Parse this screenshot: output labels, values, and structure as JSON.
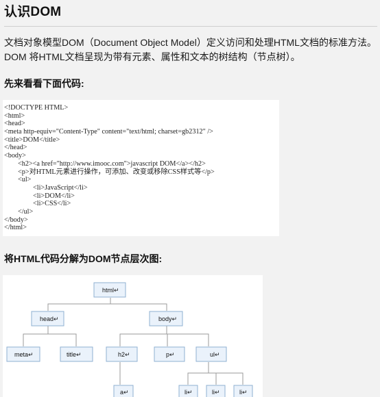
{
  "page": {
    "title": "认识DOM",
    "intro_line1": "文档对象模型DOM（Document Object Model）定义访问和处理HTML文档的标准方法。",
    "intro_line2": "DOM 将HTML文档呈现为带有元素、属性和文本的树结构（节点树）。",
    "heading_code": "先来看看下面代码:",
    "heading_tree": "将HTML代码分解为DOM节点层次图:"
  },
  "code_lines": [
    {
      "indent": 0,
      "text": "<!DOCTYPE HTML>"
    },
    {
      "indent": 0,
      "text": "<html>"
    },
    {
      "indent": 0,
      "text": "<head>"
    },
    {
      "indent": 0,
      "text": "<meta http-equiv=\"Content-Type\" content=\"text/html; charset=gb2312\" />"
    },
    {
      "indent": 0,
      "text": "<title>DOM</title>"
    },
    {
      "indent": 0,
      "text": "</head>"
    },
    {
      "indent": 0,
      "text": "<body>"
    },
    {
      "indent": 1,
      "text": "<h2><a href=\"http://www.imooc.com\">javascript DOM</a></h2>"
    },
    {
      "indent": 1,
      "text": "<p>对HTML元素进行操作，可添加、改变或移除CSS样式等</p>"
    },
    {
      "indent": 1,
      "text": "<ul>"
    },
    {
      "indent": 2,
      "text": "<li>JavaScript</li>"
    },
    {
      "indent": 2,
      "text": "<li>DOM</li>"
    },
    {
      "indent": 2,
      "text": "<li>CSS</li>"
    },
    {
      "indent": 1,
      "text": "</ul>"
    },
    {
      "indent": 0,
      "text": "</body>"
    },
    {
      "indent": 0,
      "text": "</html>"
    }
  ],
  "dom_tree": {
    "html": "html↵",
    "head": "head↵",
    "body": "body↵",
    "meta": "meta↵",
    "title": "title↵",
    "h2": "h2↵",
    "p": "p↵",
    "ul": "ul↵",
    "a": "a↵",
    "li1": "li↵",
    "li2": "li↵",
    "li3": "li↵"
  }
}
